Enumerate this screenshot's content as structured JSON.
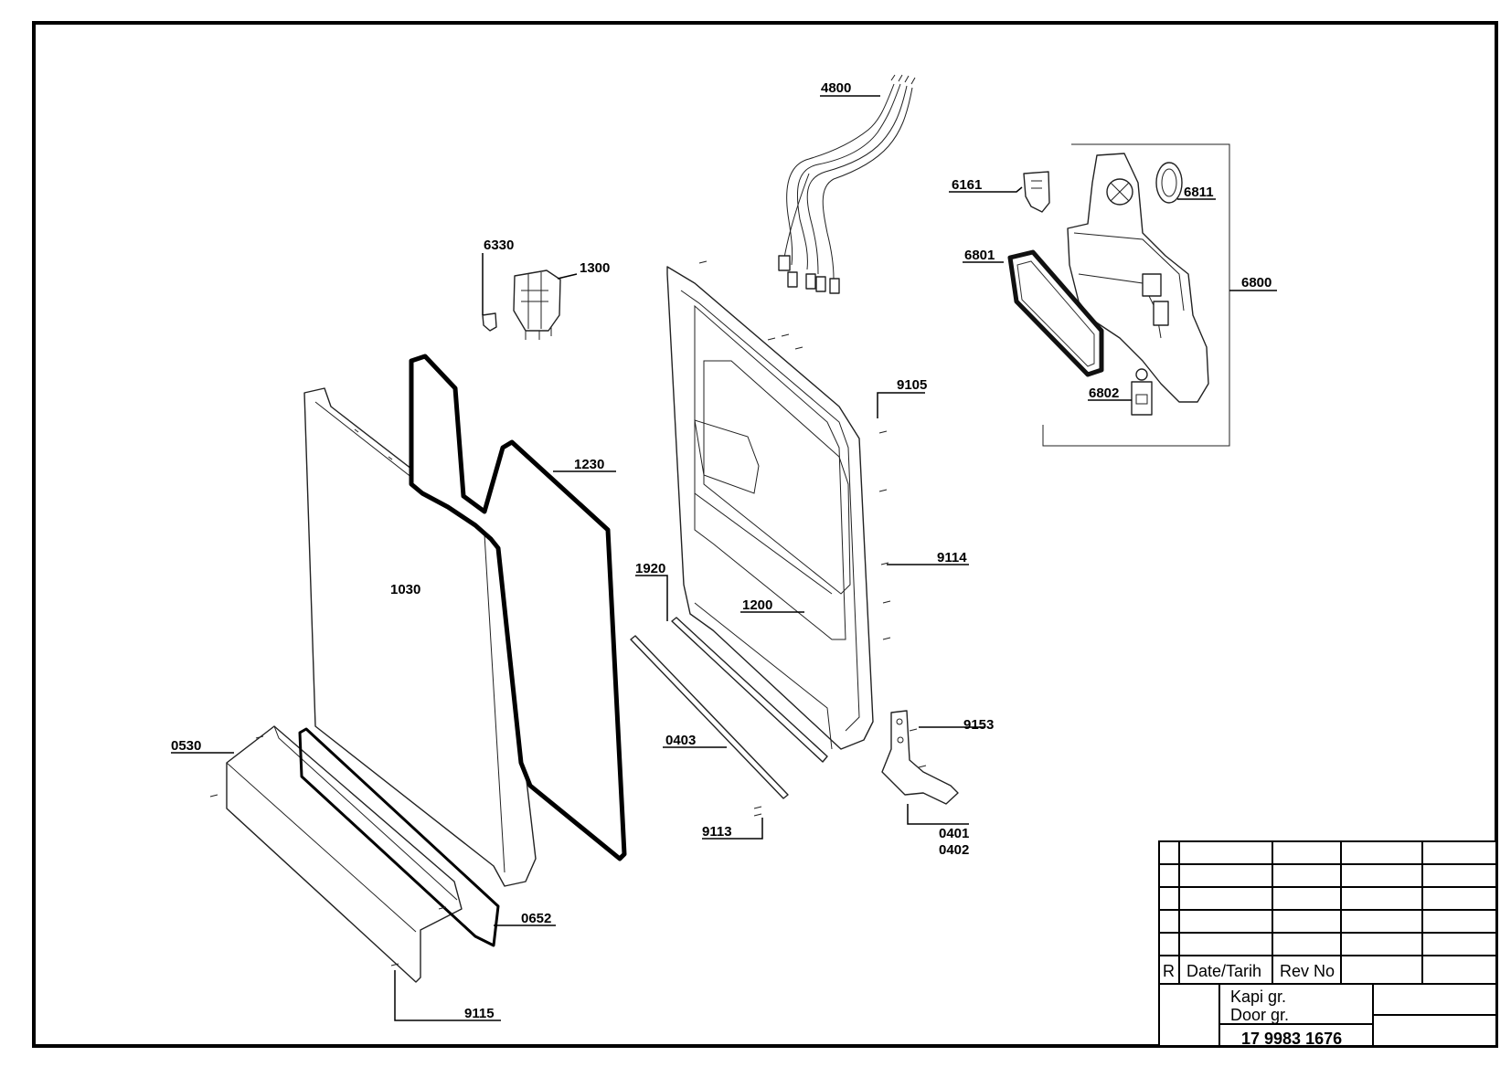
{
  "parts": [
    {
      "id": "part-4800",
      "label": "4800"
    },
    {
      "id": "part-6161",
      "label": "6161"
    },
    {
      "id": "part-6811",
      "label": "6811"
    },
    {
      "id": "part-6330",
      "label": "6330"
    },
    {
      "id": "part-1300",
      "label": "1300"
    },
    {
      "id": "part-6801",
      "label": "6801"
    },
    {
      "id": "part-6800",
      "label": "6800"
    },
    {
      "id": "part-9105",
      "label": "9105"
    },
    {
      "id": "part-6802",
      "label": "6802"
    },
    {
      "id": "part-1230",
      "label": "1230"
    },
    {
      "id": "part-1030",
      "label": "1030"
    },
    {
      "id": "part-9114",
      "label": "9114"
    },
    {
      "id": "part-1920",
      "label": "1920"
    },
    {
      "id": "part-1200",
      "label": "1200"
    },
    {
      "id": "part-9153",
      "label": "9153"
    },
    {
      "id": "part-0530",
      "label": "0530"
    },
    {
      "id": "part-0403",
      "label": "0403"
    },
    {
      "id": "part-9113",
      "label": "9113"
    },
    {
      "id": "part-0401",
      "label": "0401"
    },
    {
      "id": "part-0402",
      "label": "0402"
    },
    {
      "id": "part-0652",
      "label": "0652"
    },
    {
      "id": "part-9115",
      "label": "9115"
    }
  ],
  "title_block": {
    "rev_marker": "R",
    "date_header": "Date/Tarih",
    "rev_header": "Rev No",
    "name_tr": "Kapi gr.",
    "name_en": "Door gr.",
    "drawing_number": "17 9983 1676"
  }
}
